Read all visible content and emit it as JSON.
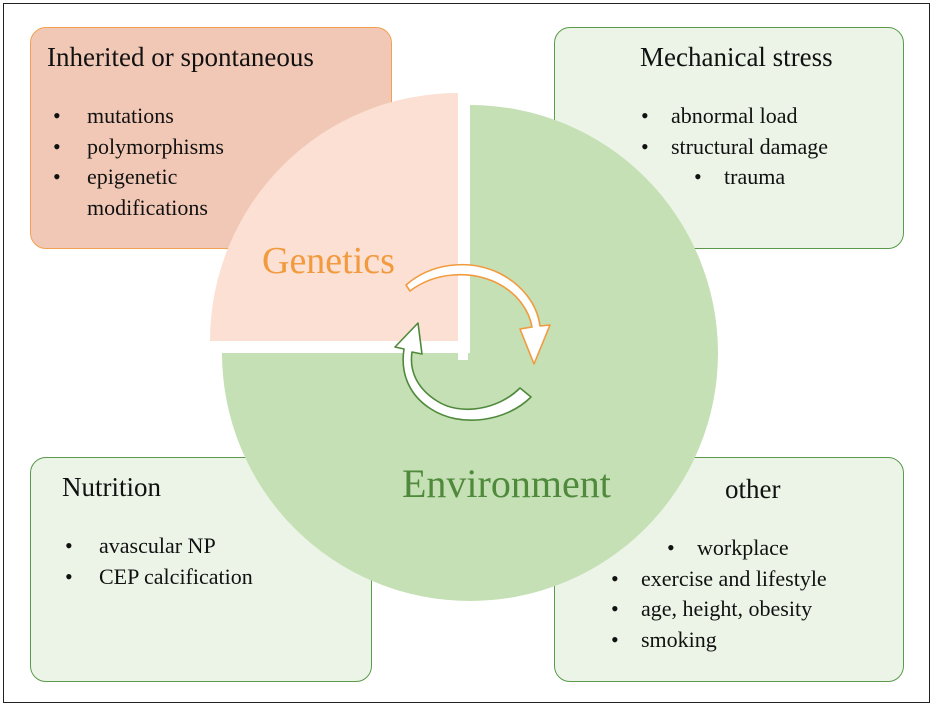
{
  "boxes": {
    "inherited": {
      "title": "Inherited or spontaneous",
      "items": [
        "mutations",
        "polymorphisms",
        "epigenetic modifications"
      ]
    },
    "mechanical": {
      "title": "Mechanical stress",
      "items": [
        "abnormal load",
        "structural damage",
        "trauma"
      ]
    },
    "nutrition": {
      "title": "Nutrition",
      "items": [
        "avascular NP",
        "CEP calcification"
      ]
    },
    "other": {
      "title": "other",
      "items": [
        "workplace",
        "exercise and lifestyle",
        "age, height, obesity",
        "smoking"
      ]
    }
  },
  "circle": {
    "genetics_label": "Genetics",
    "environment_label": "Environment"
  },
  "colors": {
    "genetics_fill": "#fbe0d3",
    "genetics_text": "#f29a3e",
    "environment_fill": "#c5e0b4",
    "environment_text": "#4f8a3c",
    "inherited_box": "#f1c8b6",
    "green_box": "#ebf4e6"
  }
}
